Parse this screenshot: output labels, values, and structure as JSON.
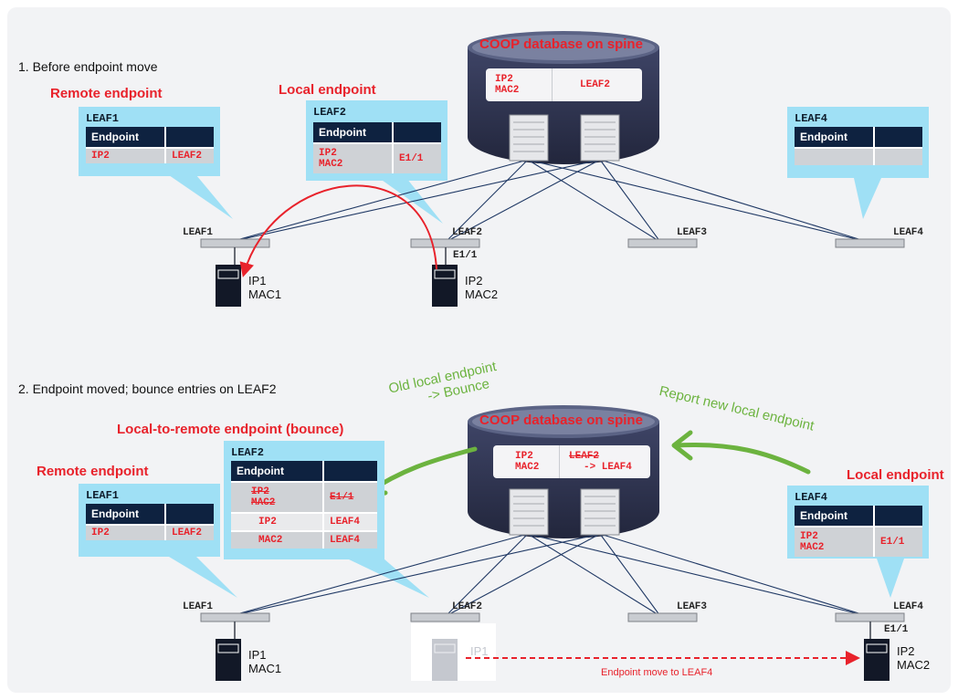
{
  "section1": {
    "title": "1. Before endpoint move",
    "coop_title": "COOP database on spine",
    "coop_row": {
      "key_line1": "IP2",
      "key_line2": "MAC2",
      "value": "LEAF2"
    },
    "leaf1_callout": {
      "heading": "Remote endpoint",
      "title": "LEAF1",
      "col1": "Endpoint",
      "row": [
        "IP2",
        "LEAF2"
      ]
    },
    "leaf2_callout": {
      "heading": "Local endpoint",
      "title": "LEAF2",
      "col1": "Endpoint",
      "row_line1": "IP2",
      "row_line2": "MAC2",
      "row_value": "E1/1"
    },
    "leaf4_callout": {
      "title": "LEAF4",
      "col1": "Endpoint"
    },
    "leaves": [
      "LEAF1",
      "LEAF2",
      "LEAF3",
      "LEAF4"
    ],
    "port_label": "E1/1",
    "host1": {
      "ip": "IP1",
      "mac": "MAC1"
    },
    "host2": {
      "ip": "IP2",
      "mac": "MAC2"
    }
  },
  "section2": {
    "title": "2. Endpoint moved; bounce entries on LEAF2",
    "coop_title": "COOP database on spine",
    "coop_row": {
      "key_line1": "IP2",
      "key_line2": "MAC2",
      "value_old": "LEAF2",
      "value_new": "-> LEAF4"
    },
    "annotation_left_line1": "Old local endpoint",
    "annotation_left_line2": "-> Bounce",
    "annotation_right": "Report new local endpoint",
    "leaf2_callout": {
      "heading": "Local-to-remote endpoint (bounce)",
      "title": "LEAF2",
      "col1": "Endpoint",
      "old_line1": "IP2",
      "old_line2": "MAC2",
      "old_value": "E1/1",
      "row2": [
        "IP2",
        "LEAF4"
      ],
      "row3": [
        "MAC2",
        "LEAF4"
      ]
    },
    "leaf1_callout": {
      "heading": "Remote endpoint",
      "title": "LEAF1",
      "col1": "Endpoint",
      "row": [
        "IP2",
        "LEAF2"
      ]
    },
    "leaf4_callout": {
      "heading": "Local endpoint",
      "title": "LEAF4",
      "col1": "Endpoint",
      "row_line1": "IP2",
      "row_line2": "MAC2",
      "row_value": "E1/1"
    },
    "leaves": [
      "LEAF1",
      "LEAF2",
      "LEAF3",
      "LEAF4"
    ],
    "port_label": "E1/1",
    "host1": {
      "ip": "IP1",
      "mac": "MAC1"
    },
    "ghost_host": {
      "ip": "IP1"
    },
    "host2": {
      "ip": "IP2",
      "mac": "MAC2"
    },
    "move_label": "Endpoint move to LEAF4"
  },
  "colors": {
    "red": "#e8222b",
    "green": "#6cb33f",
    "callout": "#9fe0f5",
    "navy": "#0e2240",
    "line": "#1f3864"
  }
}
